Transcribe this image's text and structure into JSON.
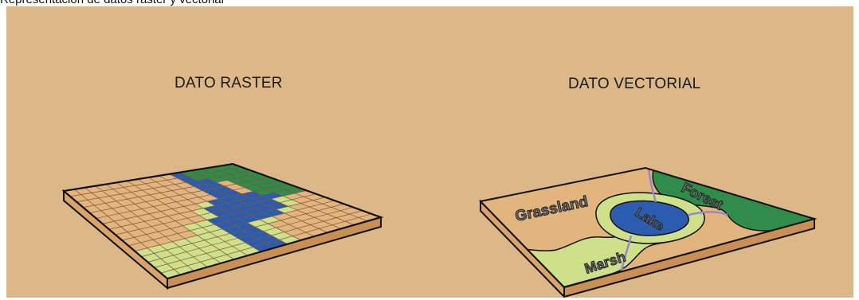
{
  "caption": "Representación de datos ráster y vectorial",
  "raster_title": "DATO RASTER",
  "vector_title": "DATO VECTORIAL",
  "vector_regions": {
    "grassland": "Grassland",
    "forest": "Forest",
    "lake": "Lake",
    "marsh": "Marsh"
  },
  "colors": {
    "background": "#dcb888",
    "land": "#e2b47e",
    "water": "#2c5cb0",
    "forest": "#2f8c4a",
    "marsh": "#cfe08a"
  }
}
